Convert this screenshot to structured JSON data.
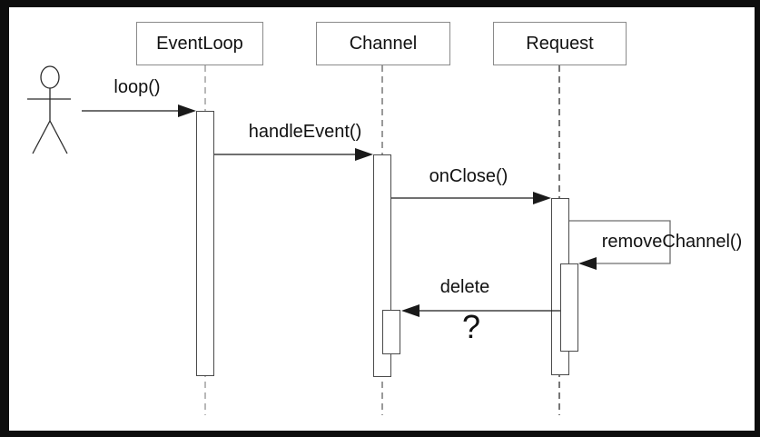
{
  "diagram": {
    "type": "uml-sequence-diagram",
    "actor": {
      "icon": "stick-figure-actor",
      "label": ""
    },
    "lifelines": [
      {
        "label": "EventLoop"
      },
      {
        "label": "Channel"
      },
      {
        "label": "Request"
      }
    ],
    "messages": [
      {
        "label": "loop()",
        "from": "actor",
        "to": "EventLoop",
        "kind": "call"
      },
      {
        "label": "handleEvent()",
        "from": "EventLoop",
        "to": "Channel",
        "kind": "call"
      },
      {
        "label": "onClose()",
        "from": "Channel",
        "to": "Request",
        "kind": "call"
      },
      {
        "label": "removeChannel()",
        "from": "Request",
        "to": "Request",
        "kind": "self-call"
      },
      {
        "label": "delete",
        "from": "Request",
        "to": "Channel",
        "kind": "call"
      }
    ],
    "annotations": [
      {
        "text": "?"
      }
    ],
    "colors": {
      "paper": "#ffffff",
      "frame": "#0d0d0d",
      "line": "#1a1a1a",
      "box_border": "#8a8a8a",
      "bar_border": "#4a4a4a"
    }
  }
}
